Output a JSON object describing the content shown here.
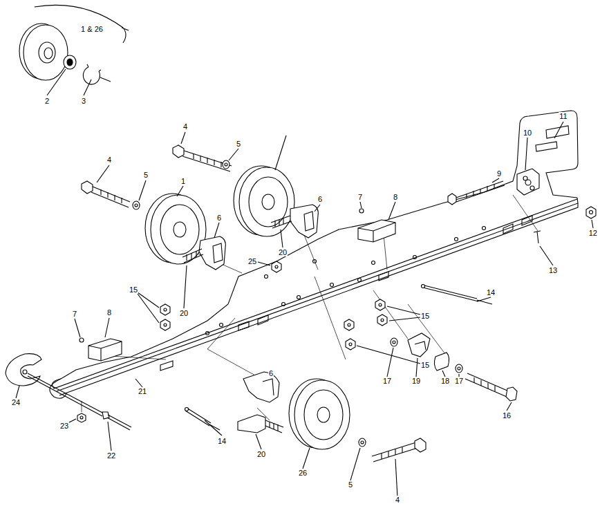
{
  "diagram": {
    "labels": [
      "1 & 26",
      "2",
      "3",
      "4",
      "5",
      "11",
      "10",
      "9",
      "4",
      "5",
      "1",
      "6",
      "7",
      "8",
      "6",
      "20",
      "12",
      "13",
      "25",
      "15",
      "15",
      "14",
      "7",
      "8",
      "20",
      "6",
      "15",
      "17",
      "19",
      "18",
      "17",
      "16",
      "24",
      "21",
      "23",
      "22",
      "14",
      "20",
      "26",
      "5",
      "4"
    ]
  }
}
